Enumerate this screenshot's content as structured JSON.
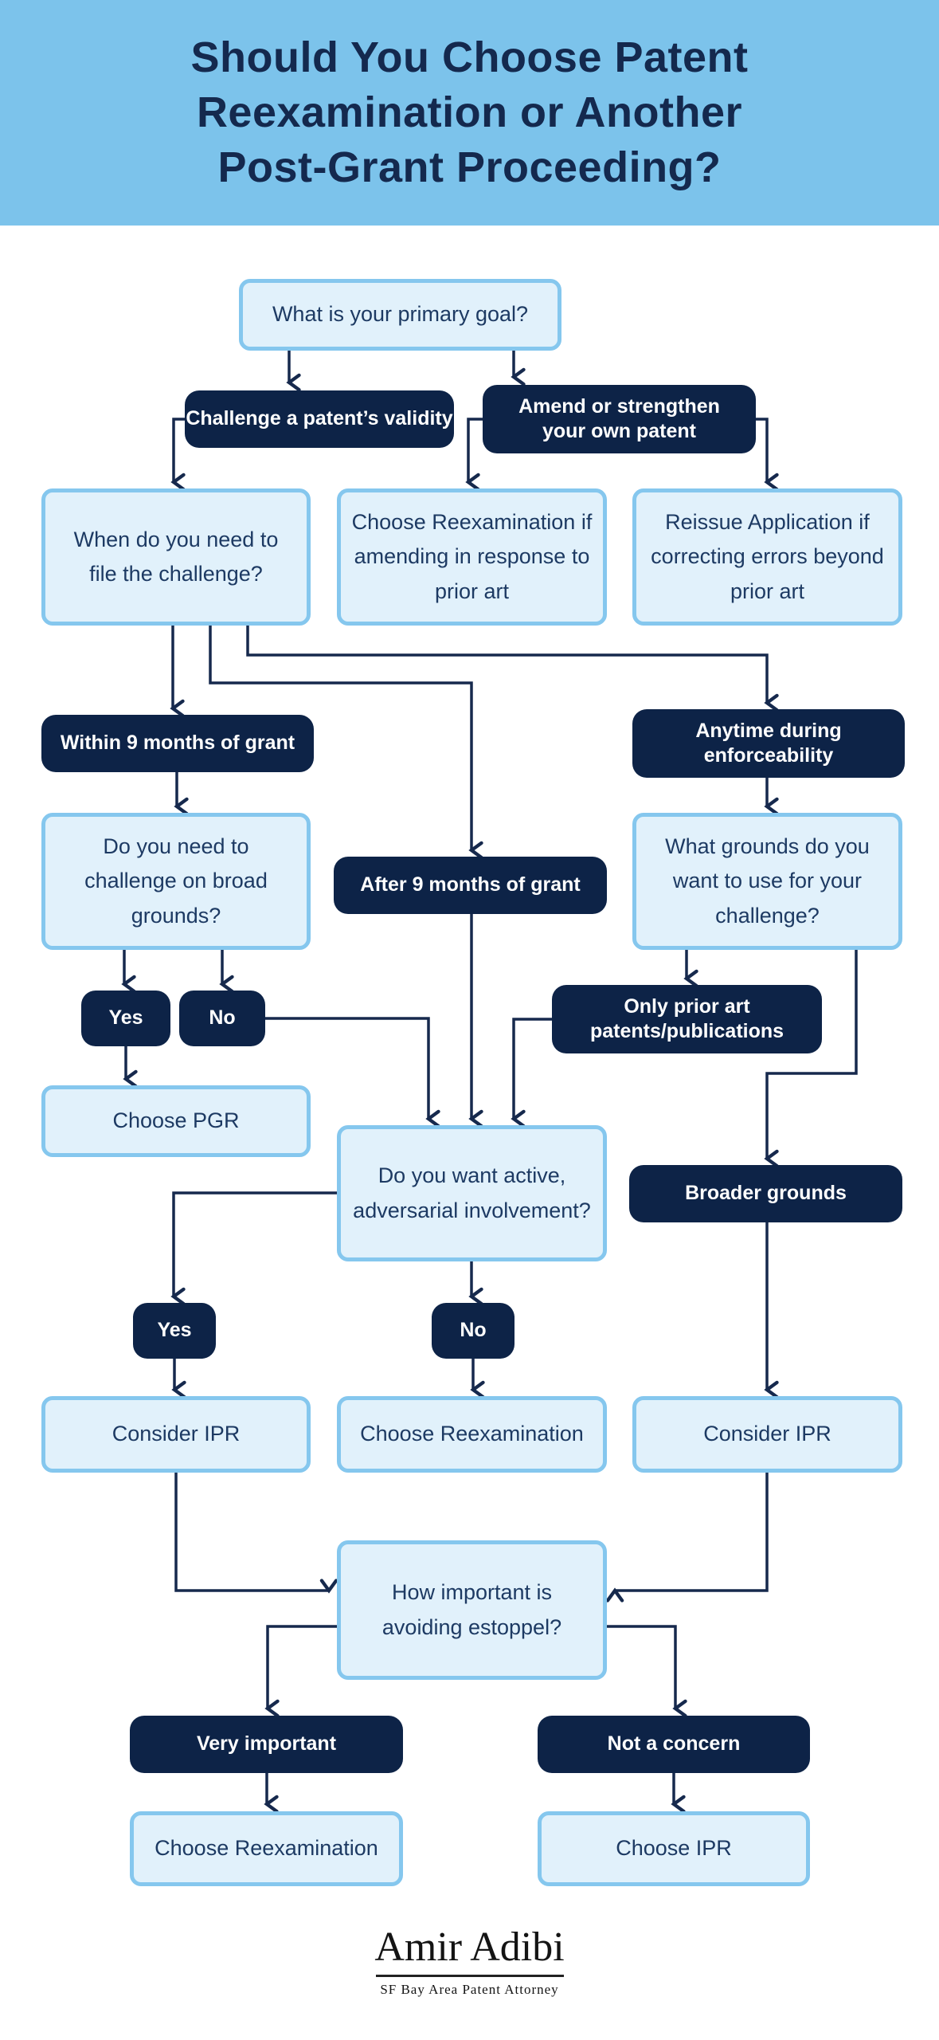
{
  "header": {
    "title": "Should You Choose Patent\nReexamination or Another\nPost-Grant Proceeding?"
  },
  "nodes": {
    "goal": "What is your primary goal?",
    "challenge": "Challenge a patent’s validity",
    "amend": "Amend or strengthen\nyour own patent",
    "when": "When do you need to\nfile the challenge?",
    "reexam_if": "Choose Reexamination if\namending in response to\nprior art",
    "reissue": "Reissue Application if\ncorrecting errors beyond\nprior art",
    "within9": "Within 9 months of grant",
    "anytime": "Anytime during\nenforceability",
    "after9": "After 9 months of grant",
    "broad": "Do you need to\nchallenge on broad\ngrounds?",
    "grounds": "What grounds do you\nwant to use for your\nchallenge?",
    "yes1": "Yes",
    "no1": "No",
    "onlyprior": "Only prior art\npatents/publications",
    "pgr": "Choose PGR",
    "involve": "Do you want active,\nadversarial involvement?",
    "broader": "Broader grounds",
    "yes2": "Yes",
    "no2": "No",
    "ipr_left": "Consider IPR",
    "reexam_mid": "Choose Reexamination",
    "ipr_right": "Consider IPR",
    "estoppel": "How important is\navoiding estoppel?",
    "veryimp": "Very important",
    "notconc": "Not a concern",
    "reexam_final": "Choose Reexamination",
    "ipr_final": "Choose IPR"
  },
  "footer": {
    "name": "Amir Adibi",
    "tagline": "SF Bay Area Patent Attorney"
  },
  "colors": {
    "header_bg": "#7cc3eb",
    "title_text": "#14294e",
    "box_fill": "#e1f1fb",
    "box_border": "#85c7ee",
    "box_text": "#1d3a63",
    "pill_fill": "#0d2347",
    "pill_text": "#ffffff",
    "connector": "#16294d"
  }
}
